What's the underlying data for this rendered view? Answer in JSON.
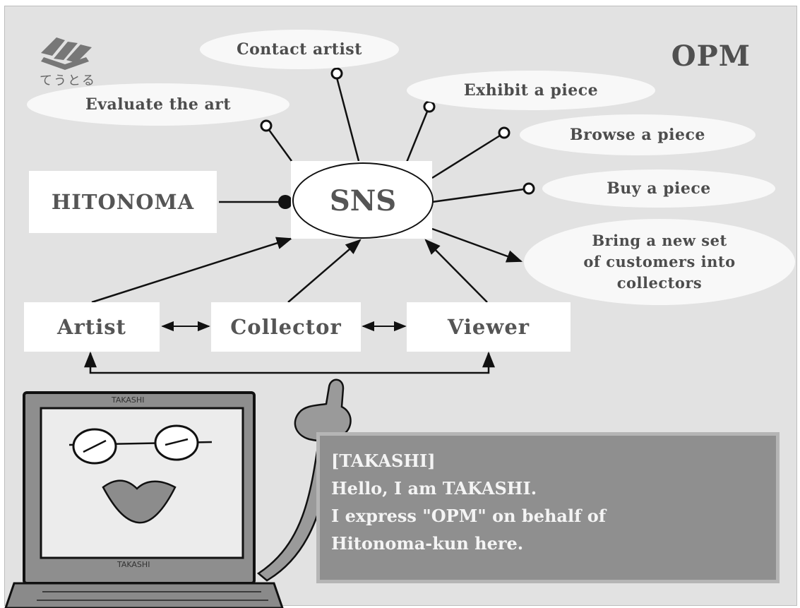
{
  "brand": "OPM",
  "logo": {
    "text": "てうとる"
  },
  "hub": {
    "label": "SNS"
  },
  "source": {
    "label": "HITONOMA"
  },
  "actions": [
    {
      "id": "contact",
      "label": "Contact artist"
    },
    {
      "id": "exhibit",
      "label": "Exhibit a piece"
    },
    {
      "id": "evaluate",
      "label": "Evaluate the art"
    },
    {
      "id": "browse",
      "label": "Browse a piece"
    },
    {
      "id": "buy",
      "label": "Buy a piece"
    },
    {
      "id": "bring",
      "lines": [
        "Bring a new set",
        "of customers into",
        "collectors"
      ]
    }
  ],
  "roles": [
    {
      "id": "artist",
      "label": "Artist"
    },
    {
      "id": "collector",
      "label": "Collector"
    },
    {
      "id": "viewer",
      "label": "Viewer"
    }
  ],
  "character": {
    "name_label": "TAKASHI",
    "dialog": [
      "[TAKASHI]",
      "Hello, I am TAKASHI.",
      "I express \"OPM\" on behalf of",
      "Hitonoma-kun here."
    ]
  }
}
